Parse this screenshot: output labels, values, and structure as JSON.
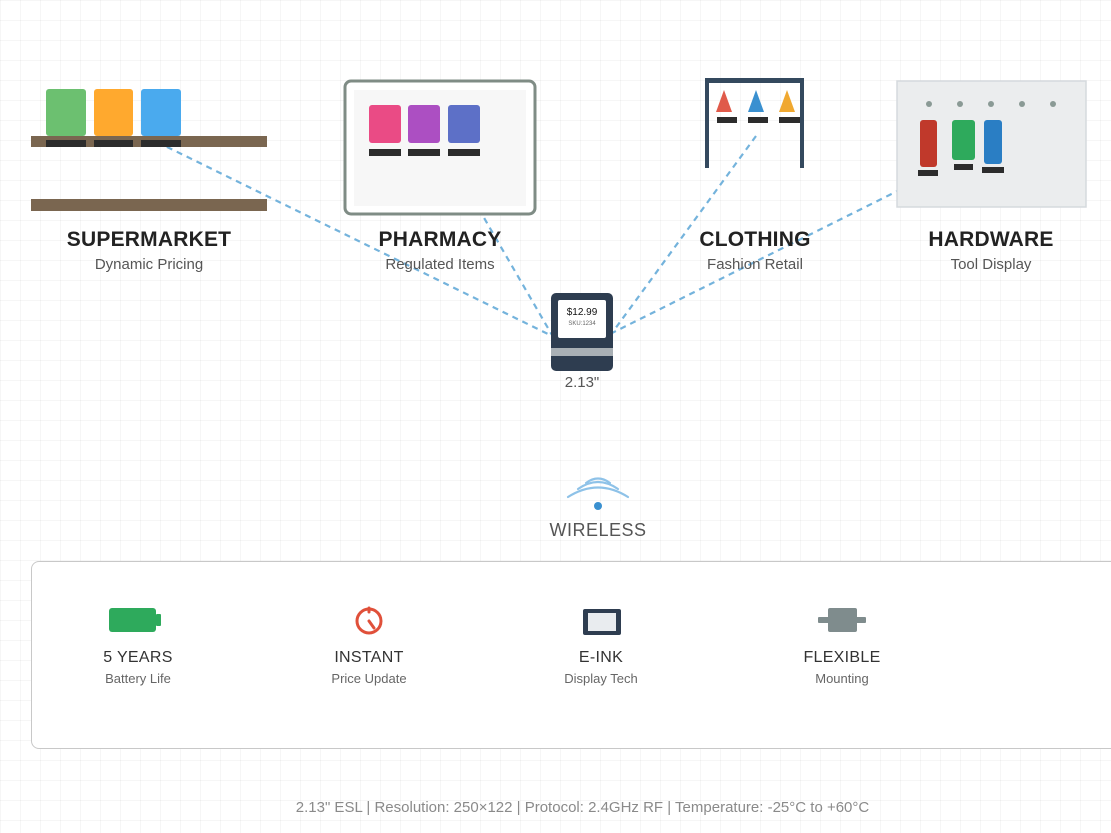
{
  "segments": [
    {
      "title": "SUPERMARKET",
      "subtitle": "Dynamic Pricing"
    },
    {
      "title": "PHARMACY",
      "subtitle": "Regulated Items"
    },
    {
      "title": "CLOTHING",
      "subtitle": "Fashion Retail"
    },
    {
      "title": "HARDWARE",
      "subtitle": "Tool Display"
    }
  ],
  "esl": {
    "price": "$12.99",
    "sku": "SKU:1234",
    "size": "2.13\""
  },
  "wireless": {
    "label": "WIRELESS"
  },
  "features": [
    {
      "title": "5 YEARS",
      "subtitle": "Battery Life",
      "icon": "battery-icon"
    },
    {
      "title": "INSTANT",
      "subtitle": "Price Update",
      "icon": "timer-icon"
    },
    {
      "title": "E-INK",
      "subtitle": "Display Tech",
      "icon": "display-icon"
    },
    {
      "title": "FLEXIBLE",
      "subtitle": "Mounting",
      "icon": "mount-icon"
    }
  ],
  "footer": "2.13\" ESL | Resolution: 250×122 | Protocol: 2.4GHz RF | Temperature: -25°C to +60°C",
  "colors": {
    "link": "#74b3dc",
    "shelf": "#7a6650",
    "esl_body": "#2e3d50",
    "wifi": "#3a90d0",
    "battery": "#2eaa5c",
    "timer": "#e0503a",
    "mount": "#7f8c8d",
    "product_green": "#6cc070",
    "product_orange": "#ffa92e",
    "product_blue": "#4aaaee",
    "pharmacy_pink": "#ea4b85",
    "pharmacy_purple": "#ac4fc2",
    "pharmacy_indigo": "#5d70c7",
    "clothing_red": "#e05a4a",
    "clothing_blue": "#3a90d0",
    "clothing_orange": "#f0a830",
    "hardware_red": "#c0392b",
    "hardware_green": "#2eaa5c",
    "hardware_blue": "#2a7ec4"
  }
}
